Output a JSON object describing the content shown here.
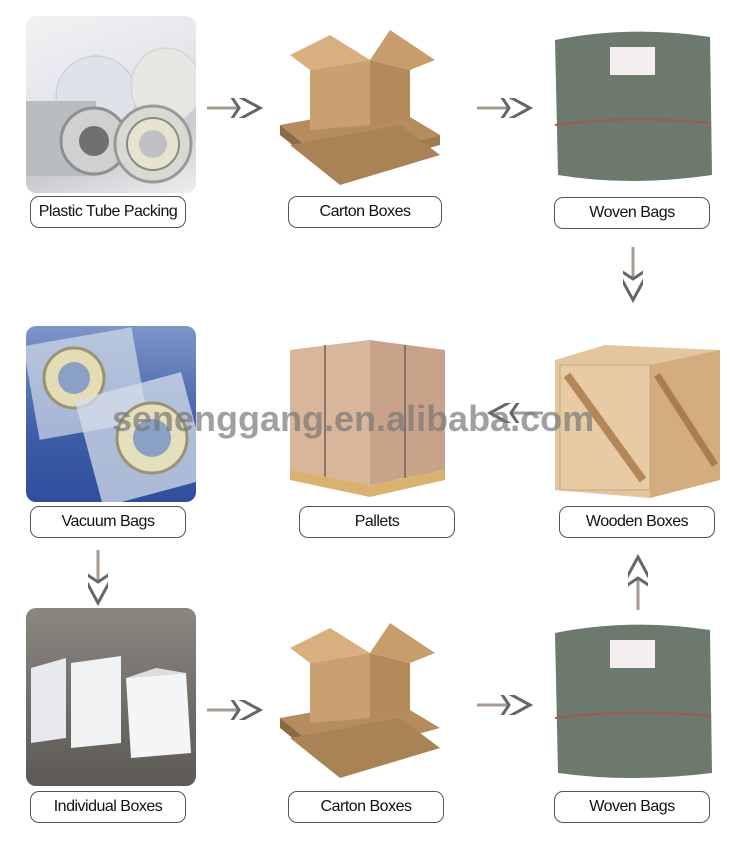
{
  "watermark": "senenggang.en.alibaba.com",
  "steps": [
    {
      "id": "plastic-tube-packing",
      "label": "Plastic Tube Packing"
    },
    {
      "id": "carton-boxes-1",
      "label": "Carton Boxes"
    },
    {
      "id": "woven-bags-1",
      "label": "Woven Bags"
    },
    {
      "id": "wooden-boxes",
      "label": "Wooden Boxes"
    },
    {
      "id": "pallets",
      "label": "Pallets"
    },
    {
      "id": "vacuum-bags",
      "label": "Vacuum Bags"
    },
    {
      "id": "individual-boxes",
      "label": "Individual Boxes"
    },
    {
      "id": "carton-boxes-2",
      "label": "Carton Boxes"
    },
    {
      "id": "woven-bags-2",
      "label": "Woven Bags"
    }
  ],
  "colors": {
    "arrow": "#a89c92",
    "label_border": "#555555"
  }
}
